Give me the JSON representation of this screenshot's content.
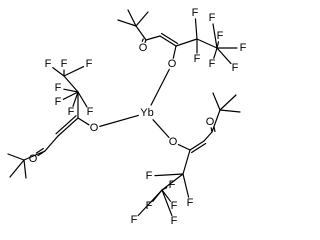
{
  "molecule": {
    "metal": "Yb",
    "fluorine": "F",
    "oxygen": "O"
  },
  "colors": {
    "ink": "#000000",
    "background": "#ffffff"
  }
}
